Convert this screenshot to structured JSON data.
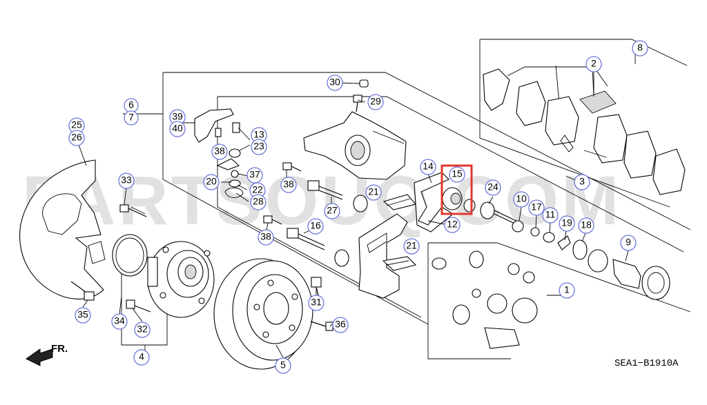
{
  "watermark": "PARTSOUQ.COM",
  "diagram_code": "SEA1−B1910A",
  "direction_label": "FR.",
  "highlight_color": "#e2372d",
  "callout_color": "#6b74d7",
  "highlighted_part": "15",
  "callouts": {
    "c1": "1",
    "c2": "2",
    "c3": "3",
    "c4": "4",
    "c5": "5",
    "c6": "6",
    "c7": "7",
    "c8": "8",
    "c9": "9",
    "c10": "10",
    "c11": "11",
    "c12": "12",
    "c13": "13",
    "c14": "14",
    "c15": "15",
    "c16": "16",
    "c17": "17",
    "c18": "18",
    "c19": "19",
    "c20": "20",
    "c21a": "21",
    "c21b": "21",
    "c22": "22",
    "c23": "23",
    "c24": "24",
    "c25": "25",
    "c26": "26",
    "c27": "27",
    "c28": "28",
    "c29": "29",
    "c30": "30",
    "c31": "31",
    "c32": "32",
    "c33": "33",
    "c34": "34",
    "c35": "35",
    "c36": "36",
    "c37": "37",
    "c38a": "38",
    "c38b": "38",
    "c38c": "38",
    "c39": "39",
    "c40": "40"
  }
}
